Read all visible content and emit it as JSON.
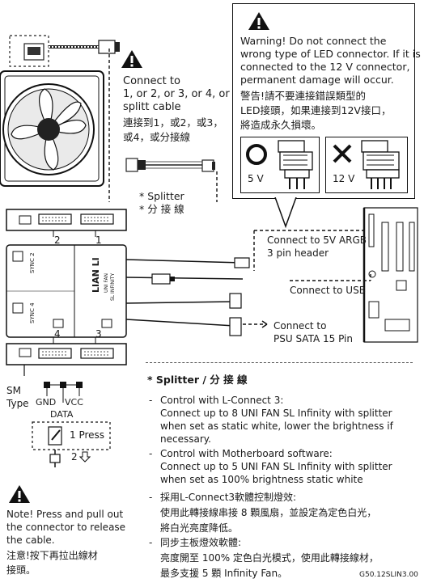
{
  "warning_box": {
    "lines": [
      "Warning!  Do not connect the",
      "wrong type of LED connector. If it is",
      "connected to the 12 V connector,",
      "permanent damage will occur."
    ],
    "zh_lines": [
      "警告!請不要連接錯誤類型的",
      "LED接頭，如果連接到12V接口，",
      "將造成永久損壞。"
    ],
    "ok_label": "5 V",
    "bad_label": "12 V"
  },
  "connect_note": {
    "lines": [
      "Connect  to",
      "1, or 2, or 3, or 4, or",
      "splitt cable"
    ],
    "zh_lines": [
      "連接到1，或2，或3，",
      "或4，或分接線"
    ]
  },
  "splitter_note": {
    "line1": "* Splitter",
    "line2": "* 分 接 線"
  },
  "controller": {
    "ports_top": [
      "2",
      "1"
    ],
    "ports_bottom": [
      "4",
      "3"
    ],
    "sync_top": "SYNC 2",
    "sync_bottom": "SYNC 4",
    "brand": "LIAN LI",
    "model": "UNI FAN",
    "model2": "SL INFINITY"
  },
  "connections": {
    "argb_line1": "Connect to 5V ARGB",
    "argb_line2": "3 pin header",
    "usb": "Connect to USB",
    "sata_line1": "Connect to",
    "sata_line2": "PSU SATA 15 Pin"
  },
  "sm_type": {
    "line1": "SM",
    "line2": "Type",
    "gnd": "GND",
    "vcc": "VCC",
    "data": "DATA"
  },
  "press": {
    "step1": "1 Press",
    "step2": "2"
  },
  "release_note": {
    "lines": [
      "Note! Press and pull out",
      "the connector to release",
      "the cable."
    ],
    "zh_lines": [
      "注意!按下再拉出線材",
      "接頭。"
    ]
  },
  "splitter_section": {
    "title": "* Splitter / 分 接 線",
    "items": [
      {
        "bullet": "-",
        "lines": [
          "Control with L-Connect 3:",
          "Connect up to 8 UNI FAN SL Infinity with splitter",
          "when set as static white, lower the brightness if",
          "necessary."
        ]
      },
      {
        "bullet": "-",
        "lines": [
          "Control with Motherboard software:",
          "Connect up to 5 UNI FAN SL Infinity with splitter",
          "when set as 100% brightness static white"
        ]
      },
      {
        "bullet": "-",
        "lines": [
          "採用L-Connect3軟體控制燈效:",
          "使用此轉接線串接 8 顆風扇，並設定為定色白光，",
          "將白光亮度降低。"
        ]
      },
      {
        "bullet": "-",
        "lines": [
          "同步主板燈效軟體:",
          "亮度開至 100% 定色白光模式，使用此轉接線材，",
          "最多支援 5 顆 Infinity Fan。"
        ]
      }
    ]
  },
  "doc_code": "G50.12SLIN3.00"
}
